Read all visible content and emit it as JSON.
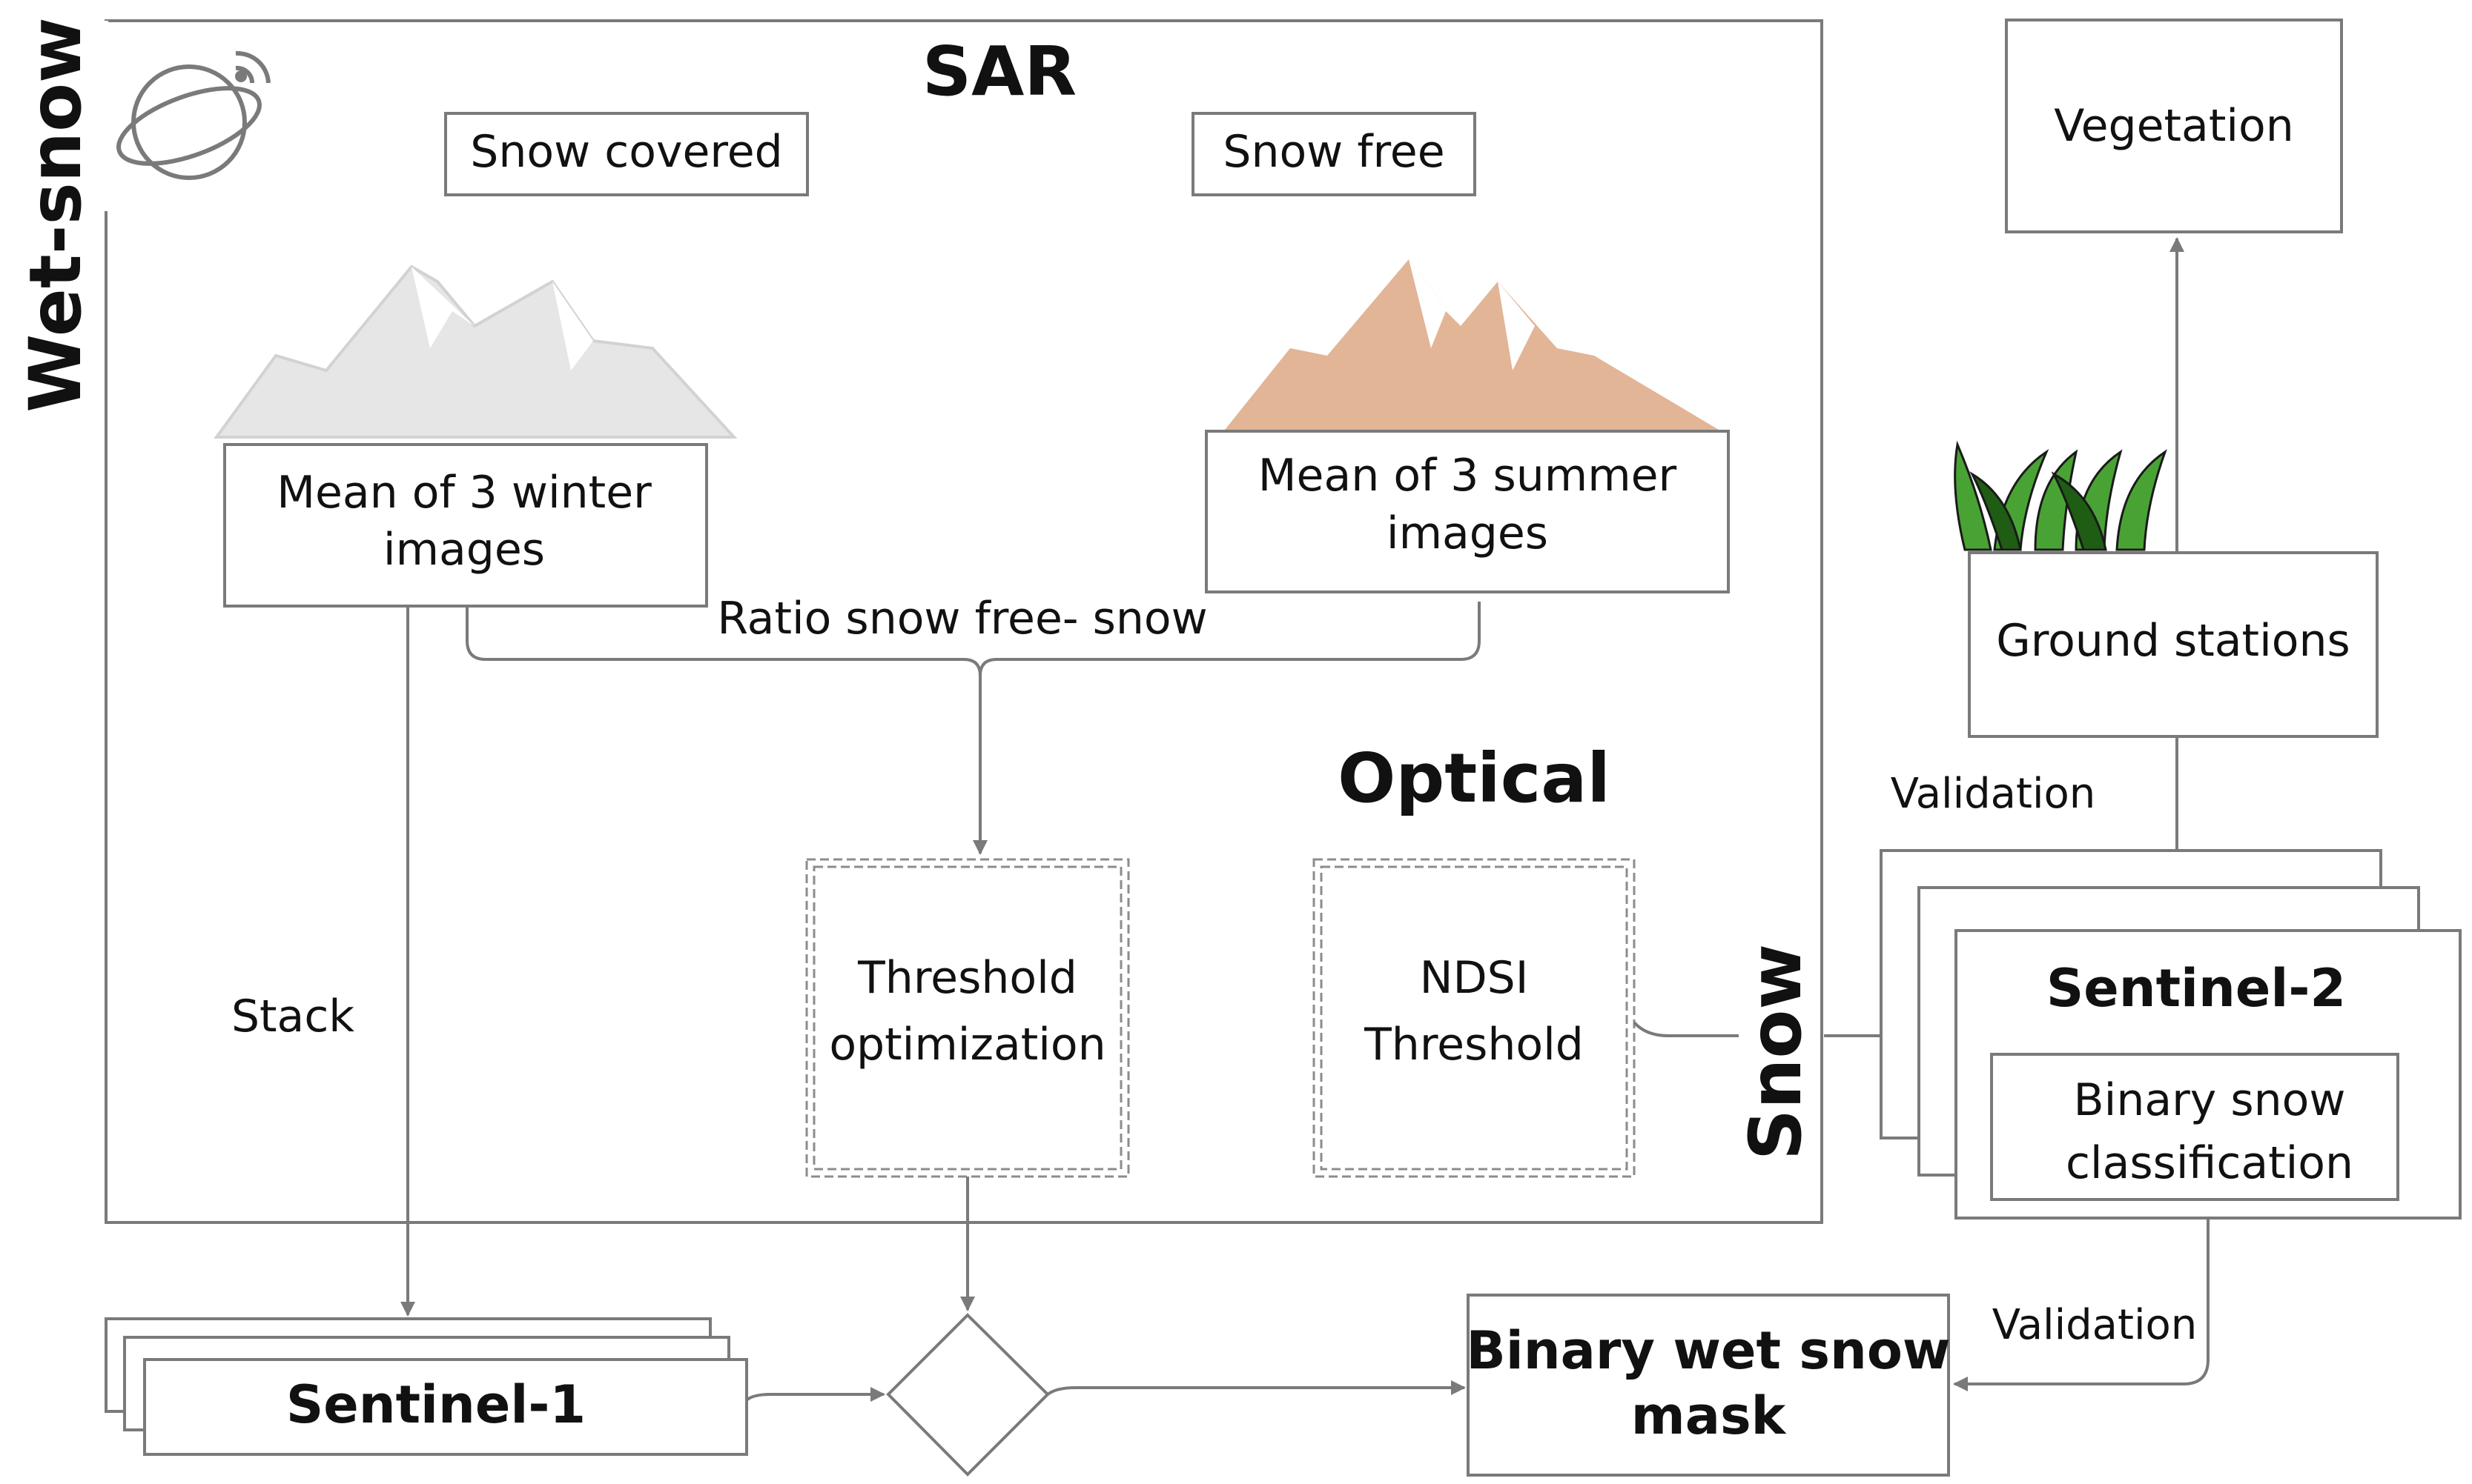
{
  "labels": {
    "wet_snow": "Wet-snow",
    "sar": "SAR",
    "snow_covered": "Snow covered",
    "snow_free": "Snow free",
    "winter_line1": "Mean of 3 winter",
    "winter_line2": "images",
    "summer_line1": "Mean of 3 summer",
    "summer_line2": "images",
    "ratio": "Ratio snow free- snow",
    "optical": "Optical",
    "stack": "Stack",
    "threshold_line1": "Threshold",
    "threshold_line2": "optimization",
    "ndsi_line1": "NDSI",
    "ndsi_line2": "Threshold",
    "snow": "Snow",
    "vegetation": "Vegetation",
    "ground_stations": "Ground stations",
    "validation_top": "Validation",
    "sentinel2": "Sentinel-2",
    "binary_snow_line1": "Binary snow",
    "binary_snow_line2": "classification",
    "validation_bottom": "Validation",
    "sentinel1": "Sentinel-1",
    "wet_mask_line1": "Binary wet snow",
    "wet_mask_line2": "mask"
  },
  "colors": {
    "stroke": "#7a7a7a",
    "mountain_snow": "#e6e6e6",
    "mountain_summer": "#e2b596",
    "grass_dark": "#1f5c14",
    "grass_light": "#49a334"
  },
  "icons": [
    "satellite-icon",
    "snowy-mountain-icon",
    "summer-mountain-icon",
    "grass-icon"
  ]
}
